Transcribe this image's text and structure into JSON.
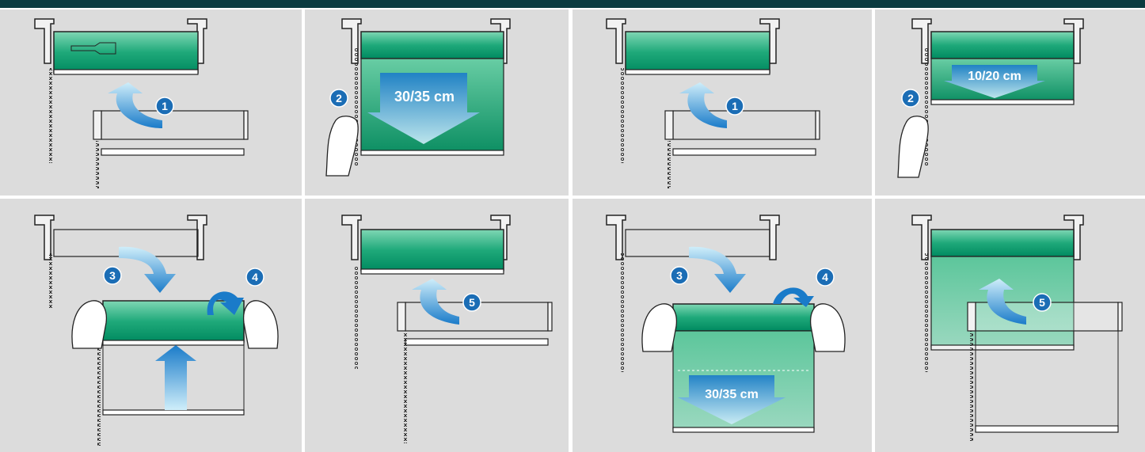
{
  "colors": {
    "topbar": "#0b3b40",
    "panel_bg": "#dcdcdc",
    "fabric_dark": "#008a60",
    "fabric_light": "#6fd3ad",
    "arrow_blue": "#1a7bc9",
    "arrow_light": "#b7e6f8",
    "step_badge": "#1b6db5",
    "outline": "#222222"
  },
  "steps": {
    "s1": "1",
    "s2": "2",
    "s3": "3",
    "s4": "4",
    "s5": "5"
  },
  "measurements": {
    "a": "30/35 cm",
    "b": "10/20 cm",
    "c": "30/35 cm"
  },
  "icons": {
    "hand": "hand-icon",
    "curved_arrow": "curved-arrow-icon",
    "down_arrow": "down-arrow-icon",
    "up_arrow": "up-arrow-icon"
  }
}
